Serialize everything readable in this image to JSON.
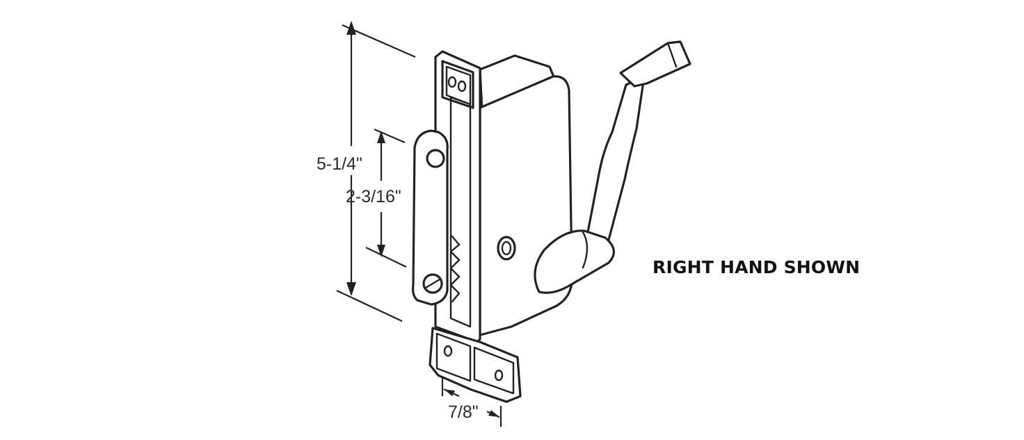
{
  "dimensions": {
    "overall_height": "5-1/4\"",
    "inner_height": "2-3/16\"",
    "width": "7/8\""
  },
  "caption": "RIGHT HAND SHOWN",
  "colors": {
    "line": "#222222",
    "background": "#ffffff"
  }
}
